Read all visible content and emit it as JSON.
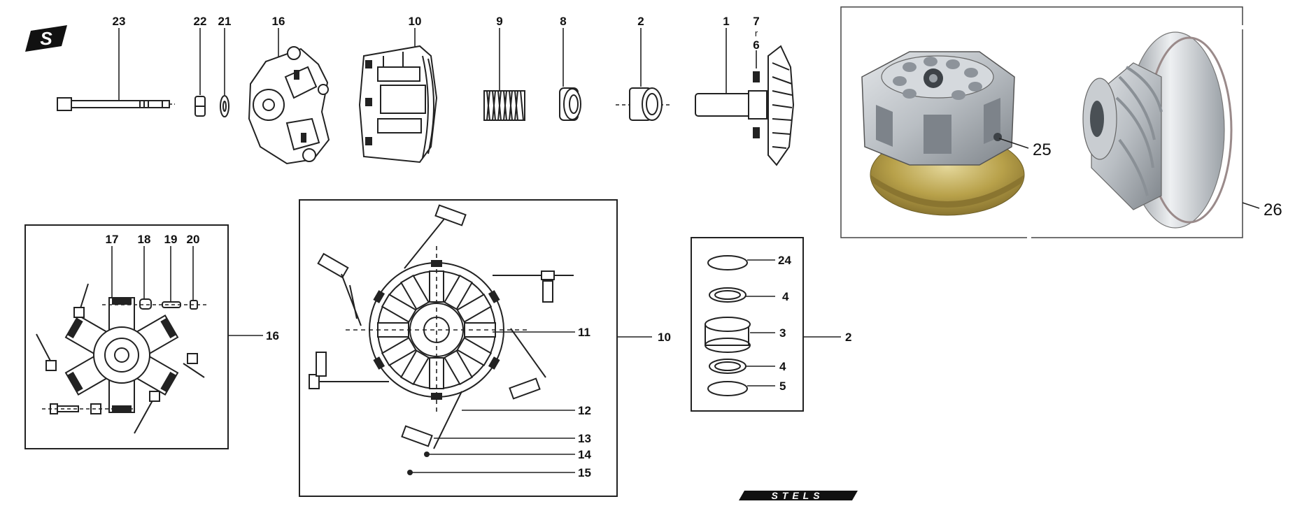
{
  "diagram": {
    "labels": {
      "p23": "23",
      "p22": "22",
      "p21": "21",
      "p16": "16",
      "p10": "10",
      "p9": "9",
      "p8": "8",
      "p2": "2",
      "p1": "1",
      "p7": "7",
      "p6": "6",
      "p25": "25",
      "p26": "26",
      "p17": "17",
      "p18": "18",
      "p19": "19",
      "p20": "20",
      "box16": "16",
      "p11": "11",
      "box10": "10",
      "p12": "12",
      "p13": "13",
      "p14": "14",
      "p15": "15",
      "p24": "24",
      "p4a": "4",
      "p3": "3",
      "p4b": "4",
      "p5": "5",
      "box2": "2"
    },
    "brand_logo_text": "STELS",
    "corner_logo_letter": "S",
    "colors": {
      "ink": "#222222",
      "photo_metal": "#b9bec3",
      "photo_brass": "#b8a14a"
    }
  }
}
